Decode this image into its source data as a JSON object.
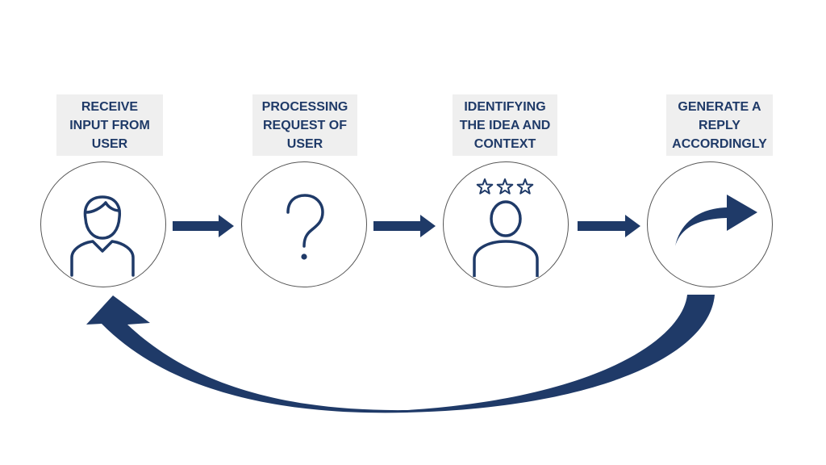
{
  "colors": {
    "accent": "#1f3a68",
    "label_bg": "#efefef",
    "circle_border": "#555555"
  },
  "steps": [
    {
      "label": "RECEIVE\nINPUT FROM\nUSER",
      "icon": "user-icon"
    },
    {
      "label": "PROCESSING\nREQUEST OF\nUSER",
      "icon": "question-mark-icon"
    },
    {
      "label": "IDENTIFYING\nTHE IDEA AND\nCONTEXT",
      "icon": "user-stars-icon"
    },
    {
      "label": "GENERATE A\nREPLY\nACCORDINGLY",
      "icon": "reply-arrow-icon"
    }
  ],
  "connectors": [
    "right-arrow-icon",
    "right-arrow-icon",
    "right-arrow-icon"
  ],
  "loop_arrow": "loop-back-arrow-icon"
}
